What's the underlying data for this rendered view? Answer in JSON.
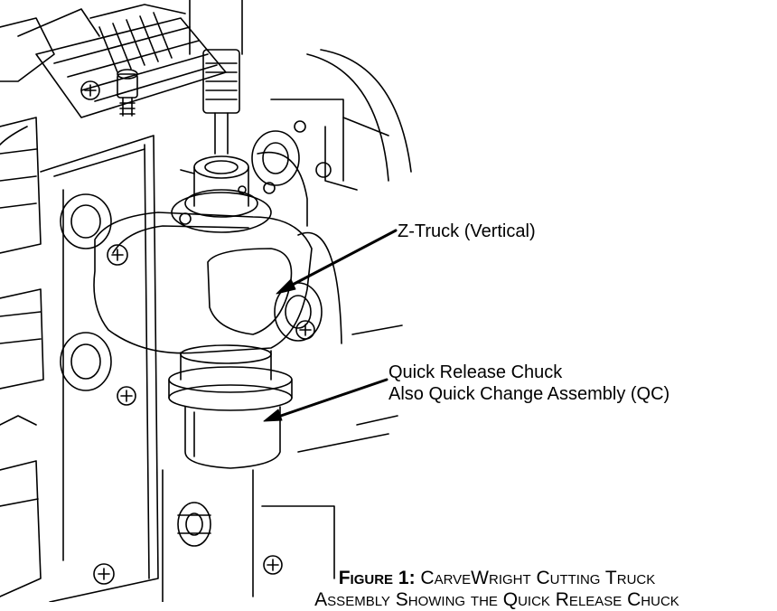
{
  "callouts": {
    "z_truck": "Z-Truck (Vertical)",
    "qc_line1": "Quick Release Chuck",
    "qc_line2": "Also Quick Change Assembly (QC)"
  },
  "caption": {
    "figure_number": "Figure 1:",
    "title_line1": "CarveWright Cutting Truck",
    "title_line2": "Assembly Showing the Quick Release Chuck"
  },
  "colors": {
    "line": "#000000",
    "background": "#ffffff"
  }
}
